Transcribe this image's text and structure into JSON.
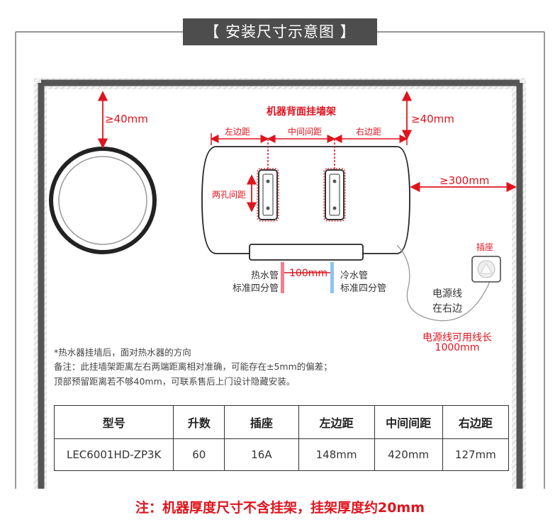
{
  "title": "【 安装尺寸示意图 】",
  "labels": {
    "top_left_gap": "≥40mm",
    "top_right_gap": "≥40mm",
    "side_gap": "≥300mm",
    "bracket_title": "机器背面挂墙架",
    "left_margin": "左边距",
    "middle_distance": "中间间距",
    "right_margin": "右边距",
    "hole_distance": "两孔间距",
    "pipe_distance": "100mm",
    "hot_pipe_line1": "热水管",
    "hot_pipe_line2": "标准四分管",
    "cold_pipe_line1": "冷水管",
    "cold_pipe_line2": "标准四分管",
    "socket": "插座",
    "cord_line1": "电源线",
    "cord_line2": "在右边",
    "cord_length_line1": "电源线可用线长",
    "cord_length_line2": "1000mm"
  },
  "notes": [
    "*热水器挂墙后，面对热水器的方向",
    "备注：此挂墙架距离左右两端距离相对准确，可能存在±5mm的偏差；",
    "顶部预留距离若不够40mm，可联系售后上门设计隐藏安装。"
  ],
  "table": {
    "headers": [
      "型号",
      "升数",
      "插座",
      "左边距",
      "中间间距",
      "右边距"
    ],
    "rows": [
      [
        "LEC6001HD-ZP3K",
        "60",
        "16A",
        "148mm",
        "420mm",
        "127mm"
      ]
    ]
  },
  "footer": "注：机器厚度尺寸不含挂架，挂架厚度约20mm",
  "colors": {
    "accent_red": "#e0141e",
    "hot_pipe": "#f08090",
    "cold_pipe": "#8ec3ef",
    "wall": "#666666",
    "title_bg": "#4d4d4d"
  }
}
